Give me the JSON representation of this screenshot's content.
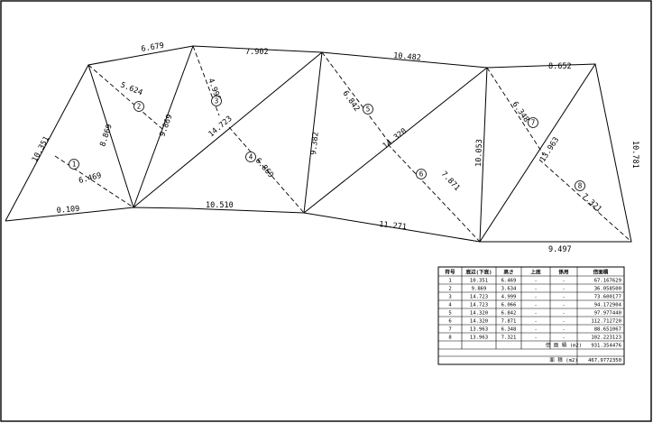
{
  "drawing": {
    "edge_labels": [
      {
        "text": "6.679"
      },
      {
        "text": "7.902"
      },
      {
        "text": "10.482"
      },
      {
        "text": "8.652"
      },
      {
        "text": "10.351"
      },
      {
        "text": "5.624"
      },
      {
        "text": "8.869"
      },
      {
        "text": "9.869"
      },
      {
        "text": "4.999"
      },
      {
        "text": "14.723"
      },
      {
        "text": "6.869"
      },
      {
        "text": "9.382"
      },
      {
        "text": "6.842"
      },
      {
        "text": "14.320"
      },
      {
        "text": "7.871"
      },
      {
        "text": "10.053"
      },
      {
        "text": "6.348"
      },
      {
        "text": "13.963"
      },
      {
        "text": "7.321"
      },
      {
        "text": "10.781"
      },
      {
        "text": "6.469"
      },
      {
        "text": "0.109"
      },
      {
        "text": "10.510"
      },
      {
        "text": "11.271"
      },
      {
        "text": "9.497"
      }
    ],
    "triangle_numbers": [
      "1",
      "2",
      "3",
      "4",
      "5",
      "6",
      "7",
      "8"
    ]
  },
  "table": {
    "headers": [
      "符号",
      "底辺(下底)",
      "高さ",
      "上底",
      "係用",
      "倍面積"
    ],
    "rows": [
      [
        "1",
        "10.351",
        "6.469",
        "-",
        "-",
        "67.167629"
      ],
      [
        "2",
        "9.869",
        "3.634",
        "-",
        "-",
        "36.058500"
      ],
      [
        "3",
        "14.723",
        "4.999",
        "-",
        "-",
        "73.600177"
      ],
      [
        "4",
        "14.723",
        "6.066",
        "-",
        "-",
        "94.172904"
      ],
      [
        "5",
        "14.320",
        "6.842",
        "-",
        "-",
        "97.977440"
      ],
      [
        "6",
        "14.320",
        "7.871",
        "-",
        "-",
        "112.712720"
      ],
      [
        "7",
        "13.963",
        "6.348",
        "-",
        "-",
        "88.651067"
      ],
      [
        "8",
        "13.963",
        "7.321",
        "-",
        "-",
        "102.223123"
      ]
    ],
    "double_area_label": "倍 面 積 (m2)",
    "double_area_value": "931.354476",
    "area_label": "面 積 (m2)",
    "area_value": "467.9772350"
  }
}
